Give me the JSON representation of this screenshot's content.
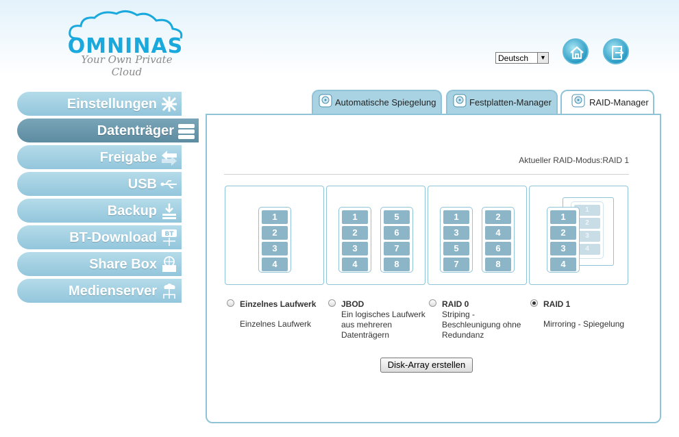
{
  "brand": {
    "name": "OMNINAS",
    "tagline": "Your Own Private Cloud",
    "color": "#1aa9dc"
  },
  "header": {
    "language": "Deutsch",
    "home_icon": "home-icon",
    "logout_icon": "logout-icon"
  },
  "sidebar": {
    "items": [
      {
        "label": "Einstellungen",
        "icon": "tools-icon"
      },
      {
        "label": "Datenträger",
        "icon": "drives-icon"
      },
      {
        "label": "Freigabe",
        "icon": "share-arrow-icon"
      },
      {
        "label": "USB",
        "icon": "usb-icon"
      },
      {
        "label": "Backup",
        "icon": "download-icon"
      },
      {
        "label": "BT-Download",
        "icon": "bt-icon"
      },
      {
        "label": "Share Box",
        "icon": "sharebox-icon"
      },
      {
        "label": "Medienserver",
        "icon": "mediaserver-icon"
      }
    ],
    "active": "Datenträger"
  },
  "tabs": [
    {
      "label": "Automatische Spiegelung"
    },
    {
      "label": "Festplatten-Manager"
    },
    {
      "label": "RAID-Manager"
    }
  ],
  "raid": {
    "current_mode_text": "Aktueller RAID-Modus:RAID 1",
    "options": [
      {
        "name": "Einzelnes Laufwerk",
        "desc": "Einzelnes Laufwerk",
        "checked": false
      },
      {
        "name": "JBOD",
        "desc": "Ein logisches Laufwerk aus mehreren Datenträgern",
        "checked": false
      },
      {
        "name": "RAID 0",
        "desc": "Striping - Beschleunigung ohne Redundanz",
        "checked": false
      },
      {
        "name": "RAID 1",
        "desc": "Mirroring - Spiegelung",
        "checked": true
      }
    ],
    "diagrams": {
      "single": [
        "1",
        "2",
        "3",
        "4"
      ],
      "jbod": [
        [
          "1",
          "2",
          "3",
          "4"
        ],
        [
          "5",
          "6",
          "7",
          "8"
        ]
      ],
      "raid0": [
        [
          "1",
          "3",
          "5",
          "7"
        ],
        [
          "2",
          "4",
          "6",
          "8"
        ]
      ],
      "raid1": [
        "1",
        "2",
        "3",
        "4"
      ]
    },
    "create_button": "Disk-Array erstellen"
  }
}
